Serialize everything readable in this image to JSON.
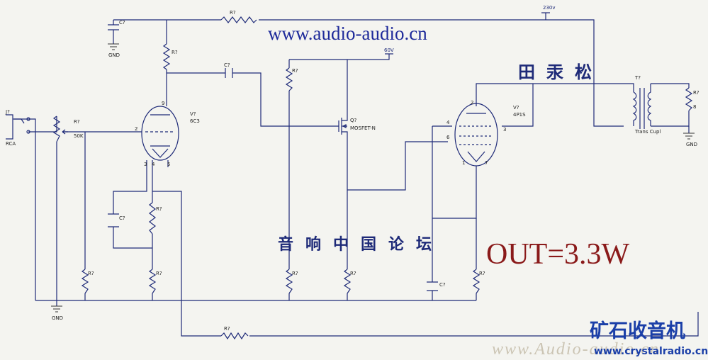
{
  "watermark_top": "www.audio-audio.cn",
  "output_label": "OUT=3.3W",
  "text_vertical": [
    "音",
    "响",
    "中",
    "国",
    "论",
    "坛"
  ],
  "text_top_right": [
    "田",
    "汞",
    "松"
  ],
  "logo_cn": "矿石收音机",
  "logo_url": "www.crystalradio.cn",
  "watermark_bottom": "www.Audio-audio.cn",
  "labels": {
    "supply_230": "230v",
    "supply_60": "60V",
    "c_top": "C?",
    "gnd": "GND",
    "r_top": "R?",
    "r_plate": "R?",
    "c_couple": "C?",
    "r_mid": "R?",
    "connector": "J?",
    "rca": "RCA",
    "pot": "R?",
    "pot_val": "50K",
    "v1": "V?",
    "v1_type": "6C3",
    "pin2": "2",
    "pin9": "9",
    "pin3": "3",
    "pin4": "4",
    "pin5": "5",
    "q": "Q?",
    "q_type": "MOSFET-N",
    "v2": "V?",
    "v2_type": "4P1S",
    "p2": "2",
    "p3": "3",
    "p4": "4",
    "p6": "6",
    "p1": "1",
    "p7": "7",
    "t": "T?",
    "trans": "Trans Cupl",
    "r_out": "R?",
    "r_out_val": "8",
    "c_cath": "C?",
    "r_cath": "R?",
    "r_grid": "R?",
    "r_src1": "R?",
    "r_src2": "R?",
    "r_src3": "R?",
    "c_bypass": "C?",
    "r_feedback": "R?"
  }
}
